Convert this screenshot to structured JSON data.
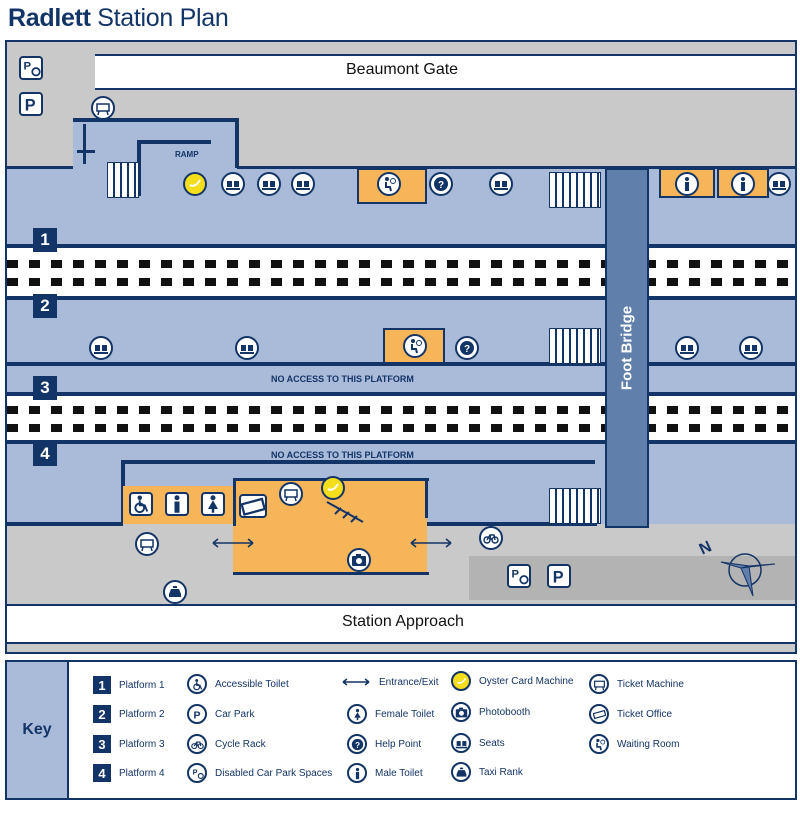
{
  "title": {
    "bold": "Radlett",
    "rest": " Station Plan"
  },
  "roads": {
    "top": "Beaumont Gate",
    "bottom": "Station Approach"
  },
  "platforms": [
    "1",
    "2",
    "3",
    "4"
  ],
  "no_access_3": "NO ACCESS TO THIS PLATFORM",
  "no_access_4": "NO ACCESS TO THIS PLATFORM",
  "ramp": "RAMP",
  "foot_bridge": "Foot Bridge",
  "key": {
    "heading": "Key",
    "items": [
      {
        "icon": "platform-1",
        "label": "Platform 1"
      },
      {
        "icon": "platform-2",
        "label": "Platform 2"
      },
      {
        "icon": "platform-3",
        "label": "Platform 3"
      },
      {
        "icon": "platform-4",
        "label": "Platform 4"
      },
      {
        "icon": "accessible-toilet-icon",
        "label": "Accessible Toilet"
      },
      {
        "icon": "car-park-icon",
        "label": "Car Park"
      },
      {
        "icon": "cycle-rack-icon",
        "label": "Cycle Rack"
      },
      {
        "icon": "disabled-car-park-icon",
        "label": "Disabled Car Park Spaces"
      },
      {
        "icon": "entrance-exit-icon",
        "label": "Entrance/Exit"
      },
      {
        "icon": "female-toilet-icon",
        "label": "Female Toilet"
      },
      {
        "icon": "help-point-icon",
        "label": "Help Point"
      },
      {
        "icon": "male-toilet-icon",
        "label": "Male Toilet"
      },
      {
        "icon": "oyster-card-machine-icon",
        "label": "Oyster Card Machine"
      },
      {
        "icon": "photobooth-icon",
        "label": "Photobooth"
      },
      {
        "icon": "seats-icon",
        "label": "Seats"
      },
      {
        "icon": "taxi-rank-icon",
        "label": "Taxi Rank"
      },
      {
        "icon": "ticket-machine-icon",
        "label": "Ticket Machine"
      },
      {
        "icon": "ticket-office-icon",
        "label": "Ticket Office"
      },
      {
        "icon": "waiting-room-icon",
        "label": "Waiting Room"
      }
    ]
  },
  "colors": {
    "navy": "#133466",
    "platform": "#a9bbd8",
    "building": "#f7b55a",
    "ground": "#c9c9c9",
    "bridge": "#607fab",
    "oyster": "#f4dd1b"
  }
}
